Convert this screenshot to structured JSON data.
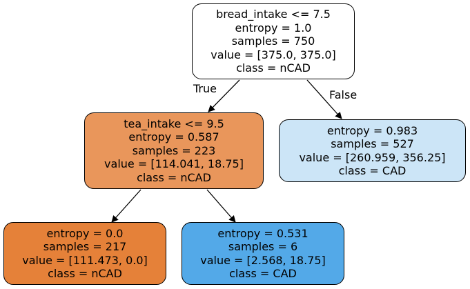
{
  "nodes": {
    "root": {
      "lines": [
        "bread_intake <= 7.5",
        "entropy = 1.0",
        "samples = 750",
        "value = [375.0, 375.0]",
        "class = nCAD"
      ],
      "fill": "#ffffff"
    },
    "left": {
      "lines": [
        "tea_intake <= 9.5",
        "entropy = 0.587",
        "samples = 223",
        "value = [114.041, 18.75]",
        "class = nCAD"
      ],
      "fill": "#e9965b"
    },
    "right": {
      "lines": [
        "entropy = 0.983",
        "samples = 527",
        "value = [260.959, 356.25]",
        "class = CAD"
      ],
      "fill": "#cce5f7"
    },
    "left_left": {
      "lines": [
        "entropy = 0.0",
        "samples = 217",
        "value = [111.473, 0.0]",
        "class = nCAD"
      ],
      "fill": "#e58139"
    },
    "left_right": {
      "lines": [
        "entropy = 0.531",
        "samples = 6",
        "value = [2.568, 18.75]",
        "class = CAD"
      ],
      "fill": "#53a9e8"
    }
  },
  "edge_labels": {
    "true_label": "True",
    "false_label": "False"
  }
}
